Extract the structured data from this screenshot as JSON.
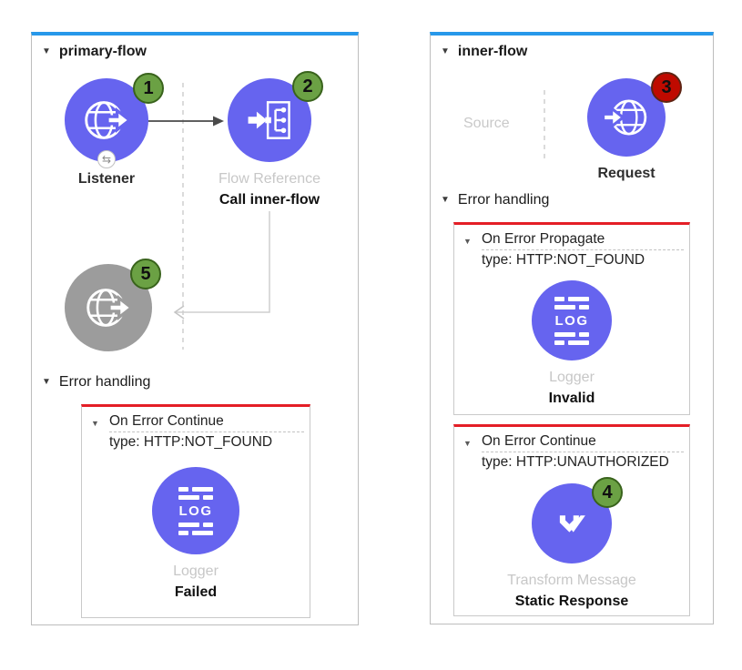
{
  "colors": {
    "panel_accent_blue": "#2798ea",
    "node_blue": "#6664ef",
    "node_disabled_gray": "#9c9c9c",
    "badge_green": "#6ba144",
    "badge_green_border": "#39631c",
    "badge_red": "#bf0a00",
    "badge_red_border": "#5e2413",
    "error_bar_red": "#e41e26"
  },
  "primary_flow": {
    "title": "primary-flow",
    "listener": {
      "name": "Listener",
      "badge": "1"
    },
    "flow_reference": {
      "type": "Flow Reference",
      "name": "Call inner-flow",
      "badge": "2"
    },
    "disabled_listener": {
      "badge": "5"
    },
    "error_section_label": "Error handling",
    "error_box": {
      "title": "On Error Continue",
      "type_line": "type: HTTP:NOT_FOUND",
      "node_type": "Logger",
      "node_name": "Failed"
    }
  },
  "inner_flow": {
    "title": "inner-flow",
    "source_label": "Source",
    "request": {
      "name": "Request",
      "badge": "3"
    },
    "error_section_label": "Error handling",
    "error_boxes": [
      {
        "title": "On Error Propagate",
        "type_line": "type: HTTP:NOT_FOUND",
        "node_type": "Logger",
        "node_name": "Invalid"
      },
      {
        "title": "On Error Continue",
        "type_line": "type: HTTP:UNAUTHORIZED",
        "node_type": "Transform Message",
        "node_name": "Static Response",
        "badge": "4"
      }
    ]
  }
}
